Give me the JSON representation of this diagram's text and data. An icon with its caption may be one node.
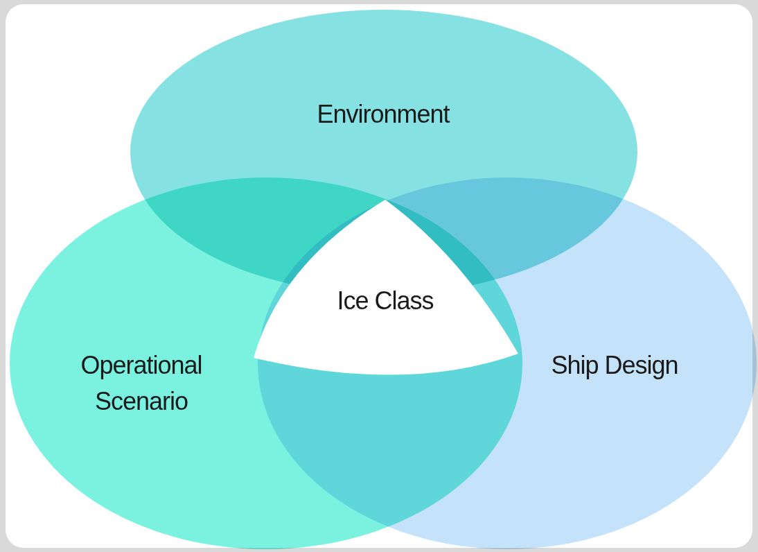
{
  "diagram": {
    "nodes": [
      {
        "text": [
          "Environment"
        ]
      },
      {
        "text": [
          "Operational Scenario"
        ]
      },
      {
        "text": [
          "Ship Design"
        ]
      },
      {
        "text": [
          "Ice Class"
        ]
      }
    ]
  }
}
